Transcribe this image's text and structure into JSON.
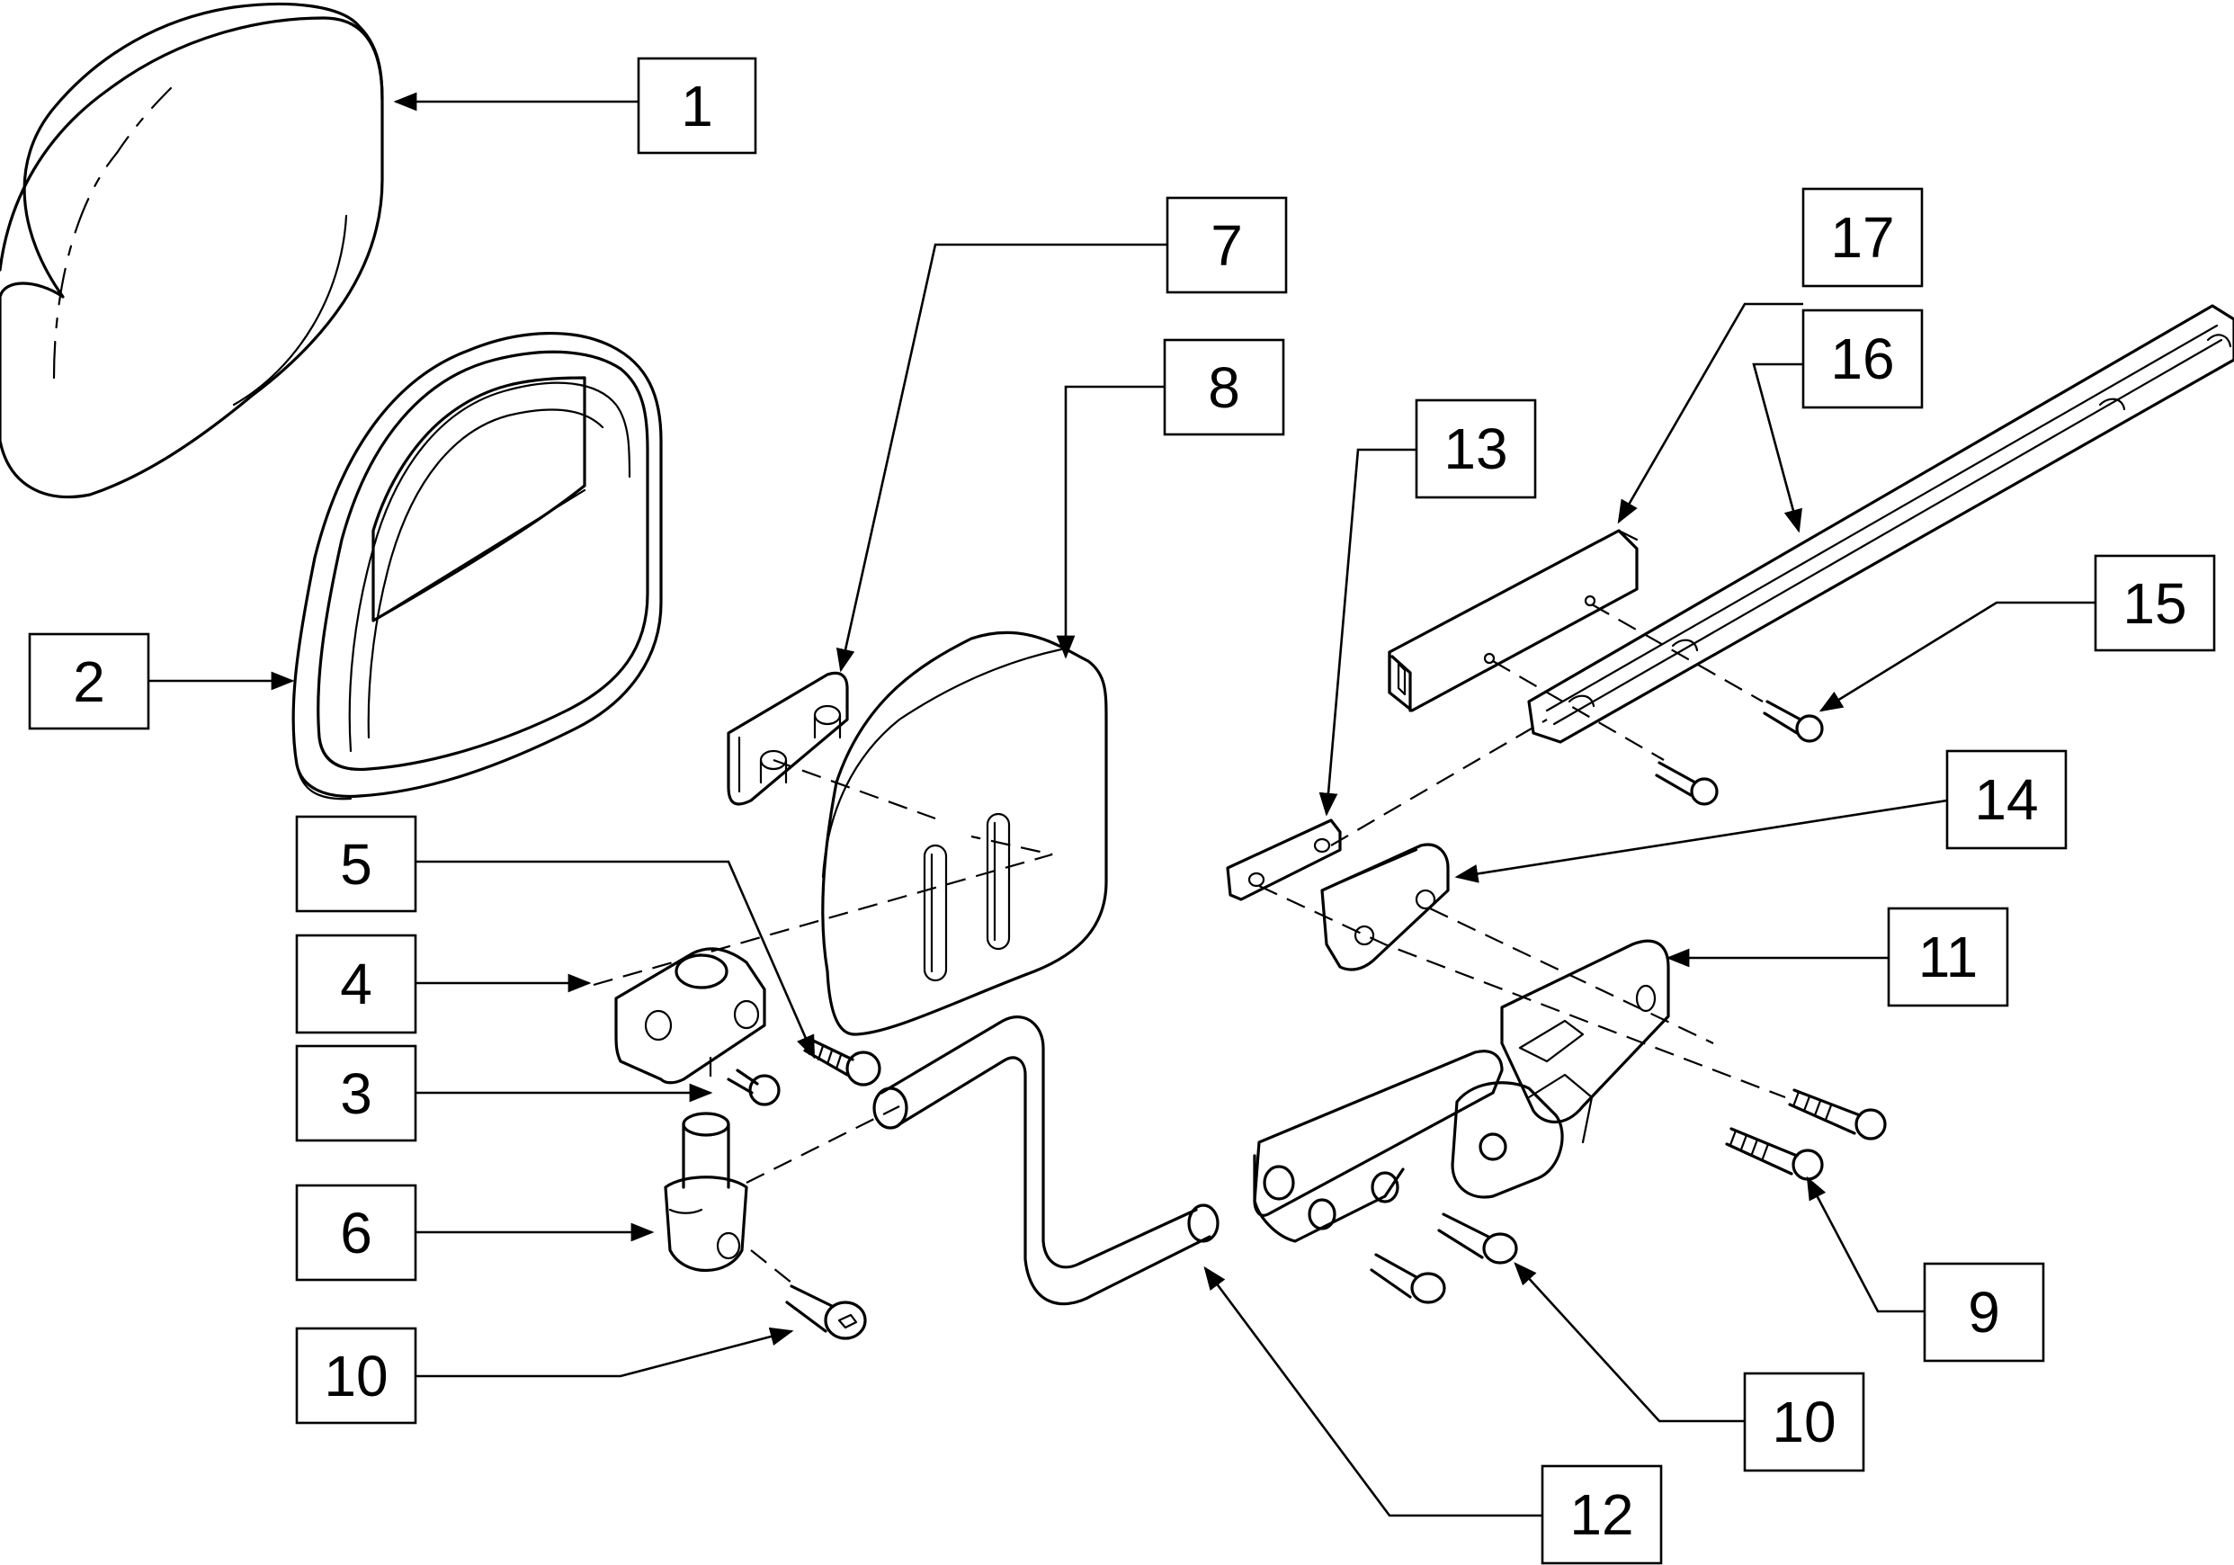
{
  "callouts": [
    {
      "id": "c1",
      "label": "1"
    },
    {
      "id": "c2",
      "label": "2"
    },
    {
      "id": "c3",
      "label": "3"
    },
    {
      "id": "c4",
      "label": "4"
    },
    {
      "id": "c5",
      "label": "5"
    },
    {
      "id": "c6",
      "label": "6"
    },
    {
      "id": "c7",
      "label": "7"
    },
    {
      "id": "c8",
      "label": "8"
    },
    {
      "id": "c9",
      "label": "9"
    },
    {
      "id": "c10a",
      "label": "10"
    },
    {
      "id": "c10b",
      "label": "10"
    },
    {
      "id": "c11",
      "label": "11"
    },
    {
      "id": "c12",
      "label": "12"
    },
    {
      "id": "c13",
      "label": "13"
    },
    {
      "id": "c14",
      "label": "14"
    },
    {
      "id": "c15",
      "label": "15"
    },
    {
      "id": "c16",
      "label": "16"
    },
    {
      "id": "c17",
      "label": "17"
    }
  ]
}
